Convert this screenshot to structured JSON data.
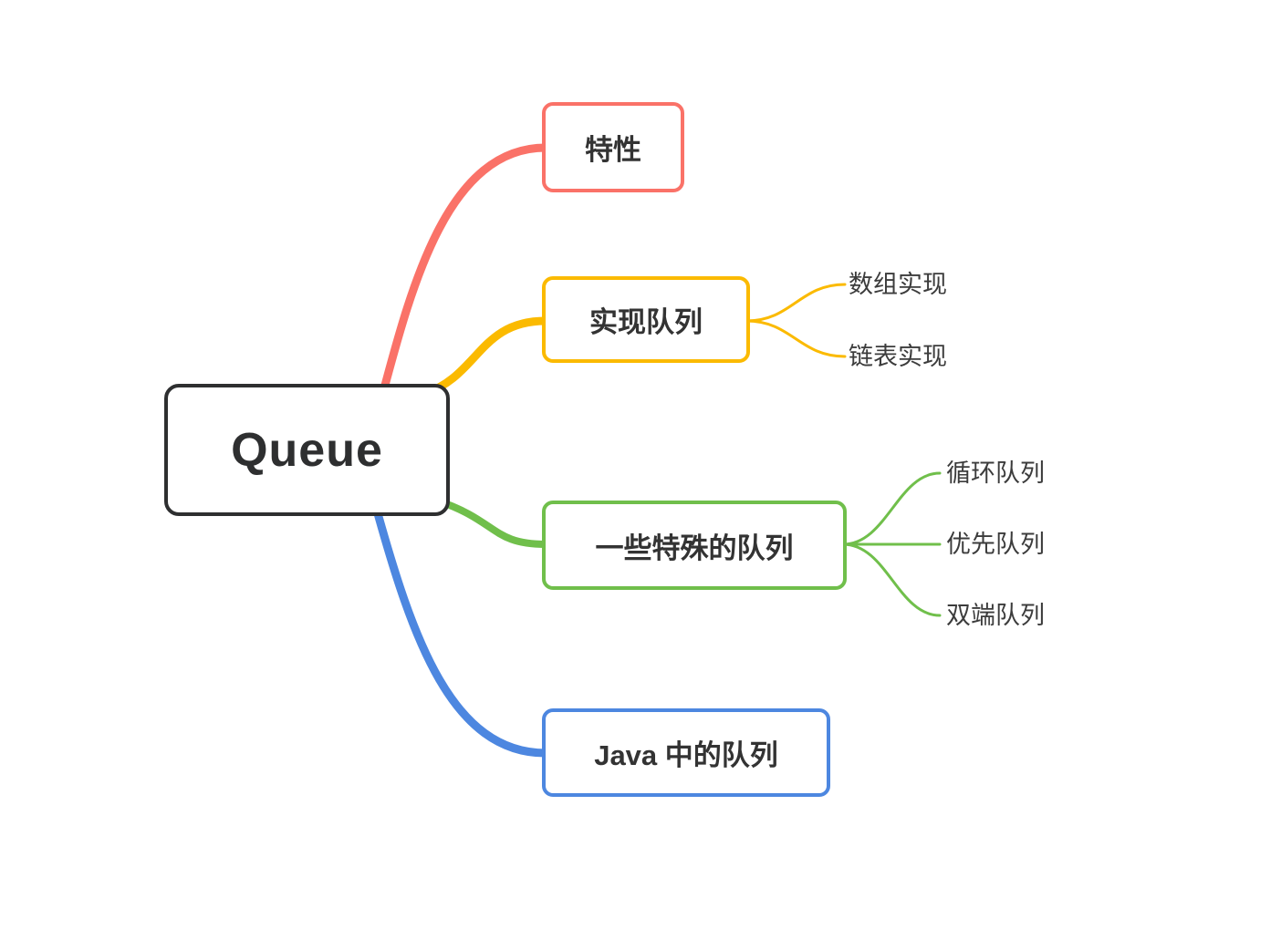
{
  "mindmap": {
    "root": {
      "label": "Queue",
      "color": "#2e2f30"
    },
    "branches": [
      {
        "id": "characteristics",
        "label": "特性",
        "color": "#FA7268",
        "children": []
      },
      {
        "id": "implement-queue",
        "label": "实现队列",
        "color": "#FBBA00",
        "children": [
          "数组实现",
          "链表实现"
        ]
      },
      {
        "id": "special-queues",
        "label": "一些特殊的队列",
        "color": "#70BF4B",
        "children": [
          "循环队列",
          "优先队列",
          "双端队列"
        ]
      },
      {
        "id": "java-queues",
        "label": "Java 中的队列",
        "color": "#4D87E0",
        "children": []
      }
    ]
  }
}
